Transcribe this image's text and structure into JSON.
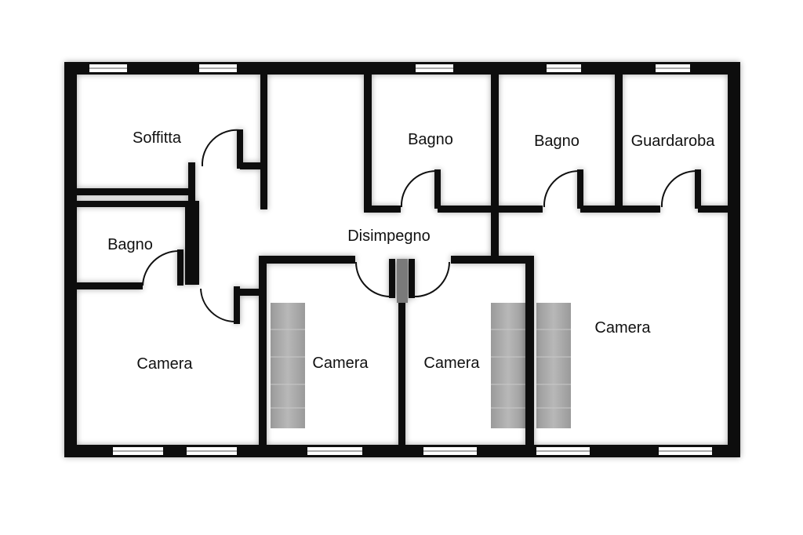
{
  "title": "",
  "colors": {
    "wall": "#0a0a0a",
    "background": "#ffffff",
    "stair": "#a6a6a6"
  },
  "rooms": {
    "soffitta": "Soffitta",
    "bagno_left": "Bagno",
    "bagno_top_1": "Bagno",
    "bagno_top_2": "Bagno",
    "guardaroba": "Guardaroba",
    "disimpegno": "Disimpegno",
    "camera_left": "Camera",
    "camera_center_left": "Camera",
    "camera_center_right": "Camera",
    "camera_right": "Camera"
  }
}
